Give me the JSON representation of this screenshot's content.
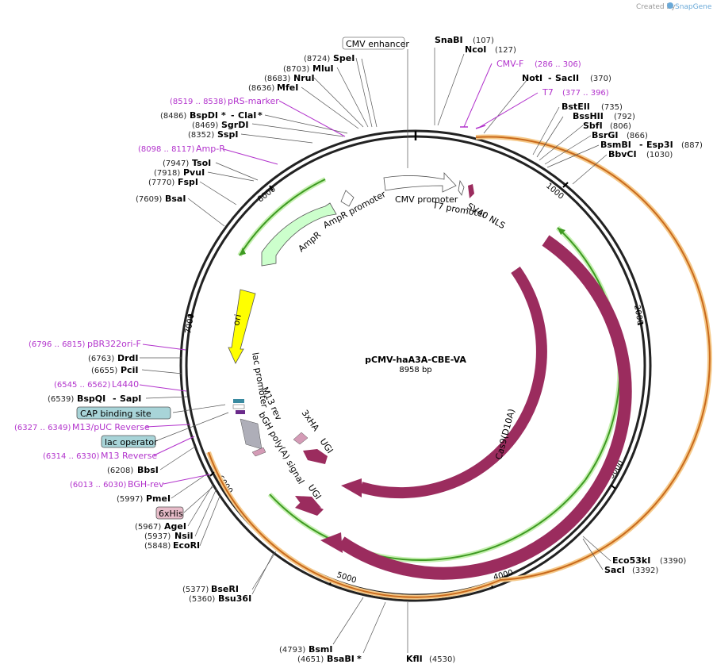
{
  "credit": "Created by",
  "credit_brand": "SnapGene",
  "plasmid": {
    "name": "pCMV-haA3A-CBE-VA",
    "size_label": "8958 bp"
  },
  "colors": {
    "cas9": "#9b2c5e",
    "orange": "#f0a040",
    "green": "#3e9a22",
    "green_light": "#c5f0b0",
    "ampr": "#ccffcc",
    "ori": "#ffff00",
    "primer": "#b233cc",
    "boxed_feature_blue": "#a8d4d8",
    "boxed_feature_pink": "#e7bcc9"
  },
  "ticks": [
    "1000",
    "2000",
    "3000",
    "4000",
    "5000",
    "6000",
    "7000",
    "8000"
  ],
  "enzymes": [
    {
      "name": "SnaBI",
      "pos": "(107)"
    },
    {
      "name": "NcoI",
      "pos": "(127)"
    },
    {
      "name": "NotI",
      "sep": "-",
      "name2": "SacII",
      "pos": "(370)"
    },
    {
      "name": "BstEII",
      "pos": "(735)"
    },
    {
      "name": "BssHII",
      "pos": "(792)"
    },
    {
      "name": "SbfI",
      "pos": "(806)"
    },
    {
      "name": "BsrGI",
      "pos": "(866)"
    },
    {
      "name": "BsmBI",
      "sep": "-",
      "name2": "Esp3I",
      "pos": "(887)"
    },
    {
      "name": "BbvCI",
      "pos": "(1030)"
    },
    {
      "name": "Eco53kI",
      "pos": "(3390)"
    },
    {
      "name": "SacI",
      "pos": "(3392)"
    },
    {
      "name": "KflI",
      "pos": "(4530)"
    },
    {
      "name": "BsaBI",
      "star": "*",
      "pos": "(4651)"
    },
    {
      "name": "BsmI",
      "pos": "(4793)"
    },
    {
      "name": "Bsu36I",
      "pos": "(5360)"
    },
    {
      "name": "BseRI",
      "pos": "(5377)"
    },
    {
      "name": "EcoRI",
      "pos": "(5848)"
    },
    {
      "name": "NsiI",
      "pos": "(5937)"
    },
    {
      "name": "AgeI",
      "pos": "(5967)"
    },
    {
      "name": "PmeI",
      "pos": "(5997)"
    },
    {
      "name": "BbsI",
      "pos": "(6208)"
    },
    {
      "name": "BspQI",
      "sep": "-",
      "name2": "SapI",
      "pos": "(6539)"
    },
    {
      "name": "PciI",
      "pos": "(6655)"
    },
    {
      "name": "DrdI",
      "pos": "(6763)"
    },
    {
      "name": "BsaI",
      "pos": "(7609)"
    },
    {
      "name": "FspI",
      "pos": "(7770)"
    },
    {
      "name": "PvuI",
      "pos": "(7918)"
    },
    {
      "name": "TsoI",
      "pos": "(7947)"
    },
    {
      "name": "SspI",
      "pos": "(8352)"
    },
    {
      "name": "SgrDI",
      "pos": "(8469)"
    },
    {
      "name": "BspDI",
      "star": "*",
      "sep": "-",
      "name2": "ClaI",
      "star2": "*",
      "pos": "(8486)"
    },
    {
      "name": "MfeI",
      "pos": "(8636)"
    },
    {
      "name": "NruI",
      "pos": "(8683)"
    },
    {
      "name": "MluI",
      "pos": "(8703)"
    },
    {
      "name": "SpeI",
      "pos": "(8724)"
    }
  ],
  "primers": [
    {
      "name": "CMV-F",
      "range": "(286 .. 306)"
    },
    {
      "name": "T7",
      "range": "(377 .. 396)"
    },
    {
      "name": "pRS-marker",
      "range": "(8519 .. 8538)"
    },
    {
      "name": "Amp-R",
      "range": "(8098 .. 8117)"
    },
    {
      "name": "pBR322ori-F",
      "range": "(6796 .. 6815)"
    },
    {
      "name": "L4440",
      "range": "(6545 .. 6562)"
    },
    {
      "name": "M13/pUC Reverse",
      "range": "(6327 .. 6349)"
    },
    {
      "name": "M13 Reverse",
      "range": "(6314 .. 6330)"
    },
    {
      "name": "BGH-rev",
      "range": "(6013 .. 6030)"
    }
  ],
  "boxed_features": [
    "CMV enhancer",
    "CAP binding site",
    "lac operator",
    "6xHis"
  ],
  "features": {
    "cmv_promoter": "CMV promoter",
    "t7_promoter": "T7 promoter",
    "sv40_nls": "SV40 NLS",
    "ampr": "AmpR",
    "ampr_promoter": "AmpR promoter",
    "ori": "ori",
    "lac_promoter": "lac promoter",
    "m13_rev": "M13 rev",
    "bgh": "bGH poly(A) signal",
    "ha": "3xHA",
    "ugi1": "UGI",
    "ugi2": "UGI",
    "cas9_d10a": "Cas9(D10A)",
    "cas9": "Cas9"
  }
}
